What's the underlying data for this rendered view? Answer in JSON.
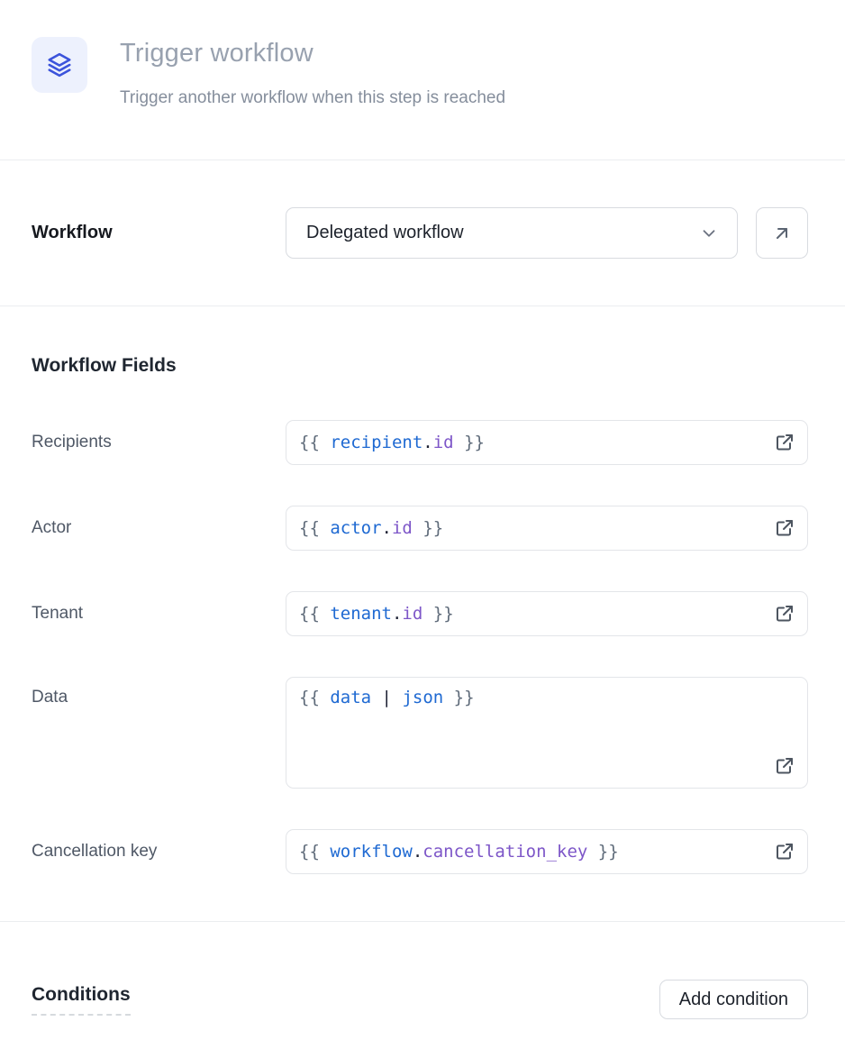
{
  "header": {
    "icon": "layers-icon",
    "title": "Trigger workflow",
    "subtitle": "Trigger another workflow when this step is reached"
  },
  "workflow_row": {
    "label": "Workflow",
    "selected_value": "Delegated workflow",
    "chevron_icon": "chevron-down-icon",
    "open_button_icon": "arrow-up-right-icon"
  },
  "fields_section": {
    "heading": "Workflow Fields",
    "field_action_icon": "external-link-icon",
    "fields": [
      {
        "label": "Recipients",
        "multiline": false,
        "tokens": [
          [
            "{{ ",
            "brace"
          ],
          [
            "recipient",
            "variable"
          ],
          [
            ".",
            "punct"
          ],
          [
            "id",
            "property"
          ],
          [
            " }}",
            "brace"
          ]
        ]
      },
      {
        "label": "Actor",
        "multiline": false,
        "tokens": [
          [
            "{{ ",
            "brace"
          ],
          [
            "actor",
            "variable"
          ],
          [
            ".",
            "punct"
          ],
          [
            "id",
            "property"
          ],
          [
            " }}",
            "brace"
          ]
        ]
      },
      {
        "label": "Tenant",
        "multiline": false,
        "tokens": [
          [
            "{{ ",
            "brace"
          ],
          [
            "tenant",
            "variable"
          ],
          [
            ".",
            "punct"
          ],
          [
            "id",
            "property"
          ],
          [
            " }}",
            "brace"
          ]
        ]
      },
      {
        "label": "Data",
        "multiline": true,
        "tokens": [
          [
            "{{ ",
            "brace"
          ],
          [
            "data",
            "variable"
          ],
          [
            " ",
            "plain"
          ],
          [
            "|",
            "punct"
          ],
          [
            " ",
            "plain"
          ],
          [
            "json",
            "variable"
          ],
          [
            " }}",
            "brace"
          ]
        ]
      },
      {
        "label": "Cancellation key",
        "multiline": false,
        "tokens": [
          [
            "{{ ",
            "brace"
          ],
          [
            "workflow",
            "variable"
          ],
          [
            ".",
            "punct"
          ],
          [
            "cancellation_key",
            "property"
          ],
          [
            " }}",
            "brace"
          ]
        ]
      }
    ]
  },
  "conditions_section": {
    "heading": "Conditions",
    "add_button_label": "Add condition"
  },
  "colors": {
    "accent_blue": "#3b53db",
    "icon_tile_bg": "#edf1fd",
    "code_brace": "#5f6b7a",
    "code_variable": "#1e69d2",
    "code_property": "#7d56c8",
    "code_punctuation": "#1e2235",
    "border": "#d8dbe0",
    "divider": "#ebedf0",
    "muted_text": "#98a1af"
  }
}
